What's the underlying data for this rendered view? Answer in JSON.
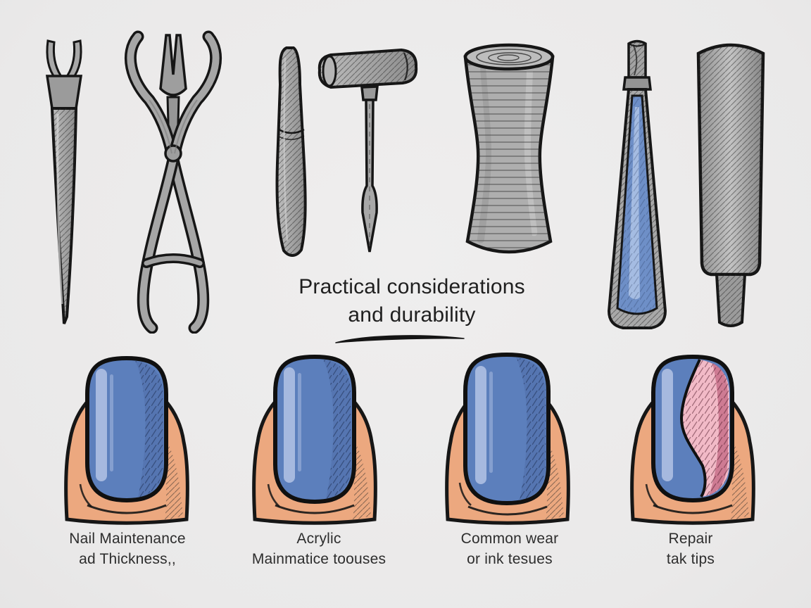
{
  "title": {
    "line1": "Practical considerations",
    "line2": "and durability"
  },
  "captions": [
    {
      "line1": "Nail Maintenance",
      "line2": "ad Thickness,,"
    },
    {
      "line1": "Acrylic",
      "line2": "Mainmatice toouses"
    },
    {
      "line1": "Common wear",
      "line2": "or ink tesues"
    },
    {
      "line1": "Repair",
      "line2": "tak tips"
    }
  ],
  "illustrations": {
    "tools": [
      "cuticle-fork-pusher",
      "cuticle-nippers",
      "nail-file",
      "t-handle-cuticle-tool",
      "buffer-block",
      "nail-glue-bottle",
      "polish-cylinder"
    ],
    "nails": [
      "nail-maintenance-thickness",
      "acrylic-maintenance",
      "common-wear",
      "repair-patch"
    ]
  },
  "colors": {
    "background": "#ECEBEB",
    "ink": "#1F1F1F",
    "outline": "#161616",
    "tool_gray": "#A9A9A9",
    "tool_gray_dark": "#8F8F8F",
    "nail_blue": "#5C7FBC",
    "nail_highlight": "#AEC0E2",
    "skin": "#ECA87F",
    "patch_pink": "#F2BAC7",
    "patch_rose": "#C8708A",
    "bottle_blue": "#6E8FC7"
  }
}
